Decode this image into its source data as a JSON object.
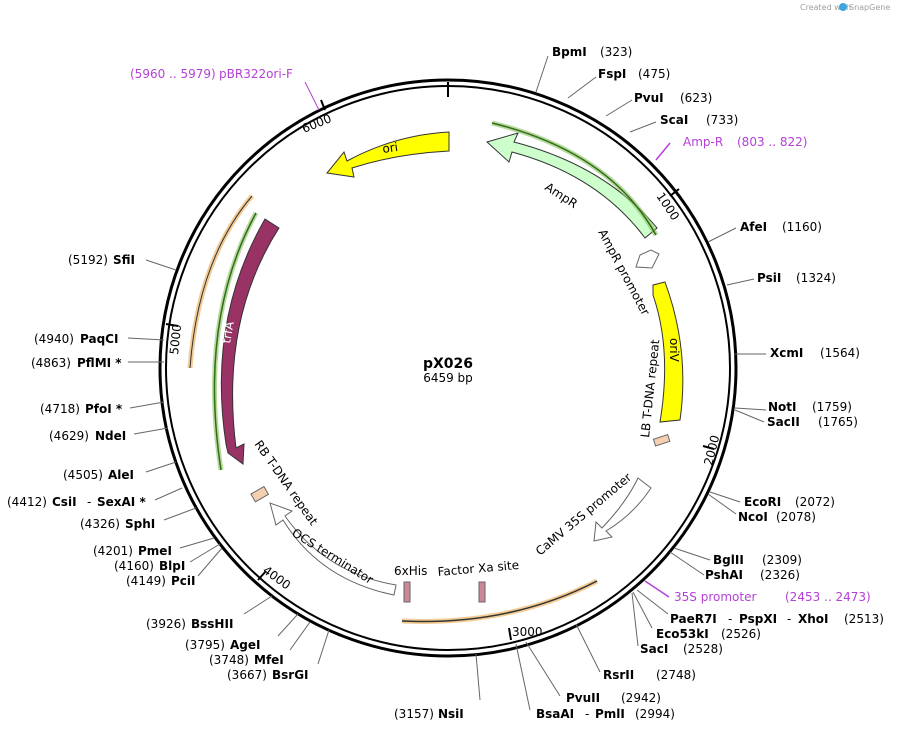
{
  "credit": {
    "prefix": "Created with",
    "brand": "SnapGene"
  },
  "plasmid": {
    "name": "pX026",
    "size_label": "6459 bp",
    "length": 6459
  },
  "ticks": [
    "1000",
    "2000",
    "3000",
    "4000",
    "5000",
    "6000"
  ],
  "colors": {
    "ori": "#ffff00",
    "oriV": "#ffff00",
    "ampr": "#ccffcc",
    "trfA": "#993366",
    "repeat": "#f5d0b0",
    "outline": "#666666",
    "orange_primer": "#e89a2c",
    "green_primer": "#3c8a1e",
    "primer_text": "#b540d8"
  },
  "features": [
    {
      "id": "ori",
      "label": "ori"
    },
    {
      "id": "AmpR",
      "label": "AmpR"
    },
    {
      "id": "AmpR promoter",
      "label": "AmpR promoter"
    },
    {
      "id": "oriV",
      "label": "oriV"
    },
    {
      "id": "LB T-DNA repeat",
      "label": "LB T-DNA repeat"
    },
    {
      "id": "CaMV 35S promoter",
      "label": "CaMV 35S promoter"
    },
    {
      "id": "Factor Xa site",
      "label": "Factor Xa site"
    },
    {
      "id": "6xHis",
      "label": "6xHis"
    },
    {
      "id": "OCS terminator",
      "label": "OCS terminator"
    },
    {
      "id": "RB T-DNA repeat",
      "label": "RB T-DNA repeat"
    },
    {
      "id": "trfA",
      "label": "trfA"
    }
  ],
  "primers": [
    {
      "name": "pBR322ori-F",
      "range": "(5960 .. 5979)"
    },
    {
      "name": "Amp-R",
      "range": "(803 .. 822)"
    },
    {
      "name": "35S promoter",
      "range": "(2453 .. 2473)"
    }
  ],
  "enzymes": [
    {
      "name": "BpmI",
      "pos": "(323)"
    },
    {
      "name": "FspI",
      "pos": "(475)"
    },
    {
      "name": "PvuI",
      "pos": "(623)"
    },
    {
      "name": "ScaI",
      "pos": "(733)"
    },
    {
      "name": "AfeI",
      "pos": "(1160)"
    },
    {
      "name": "PsiI",
      "pos": "(1324)"
    },
    {
      "name": "XcmI",
      "pos": "(1564)"
    },
    {
      "name": "NotI",
      "pos": "(1759)"
    },
    {
      "name": "SacII",
      "pos": "(1765)"
    },
    {
      "name": "EcoRI",
      "pos": "(2072)"
    },
    {
      "name": "NcoI",
      "pos": "(2078)"
    },
    {
      "name": "BglII",
      "pos": "(2309)"
    },
    {
      "name": "PshAI",
      "pos": "(2326)"
    },
    {
      "name": "PaeR7I",
      "sep1": "-",
      "name2": "PspXI",
      "sep2": "-",
      "name3": "XhoI",
      "pos": "(2513)"
    },
    {
      "name": "Eco53kI",
      "pos": "(2526)"
    },
    {
      "name": "SacI",
      "pos": "(2528)"
    },
    {
      "name": "RsrII",
      "pos": "(2748)"
    },
    {
      "name": "PvuII",
      "pos": "(2942)"
    },
    {
      "name": "BsaAI",
      "sep1": "-",
      "name2": "PmlI",
      "pos": "(2994)"
    },
    {
      "name": "NsiI",
      "pos": "(3157)"
    },
    {
      "name": "BsrGI",
      "pos": "(3667)"
    },
    {
      "name": "MfeI",
      "pos": "(3748)"
    },
    {
      "name": "AgeI",
      "pos": "(3795)"
    },
    {
      "name": "BssHII",
      "pos": "(3926)"
    },
    {
      "name": "PciI",
      "pos": "(4149)"
    },
    {
      "name": "BlpI",
      "pos": "(4160)"
    },
    {
      "name": "PmeI",
      "pos": "(4201)"
    },
    {
      "name": "SphI",
      "pos": "(4326)"
    },
    {
      "name": "CsiI",
      "sep1": "-",
      "name2": "SexAI *",
      "pos": "(4412)"
    },
    {
      "name": "AleI",
      "pos": "(4505)"
    },
    {
      "name": "NdeI",
      "pos": "(4629)"
    },
    {
      "name": "PfoI *",
      "pos": "(4718)"
    },
    {
      "name": "PflMI *",
      "pos": "(4863)"
    },
    {
      "name": "PaqCI",
      "pos": "(4940)"
    },
    {
      "name": "SfiI",
      "pos": "(5192)"
    }
  ]
}
